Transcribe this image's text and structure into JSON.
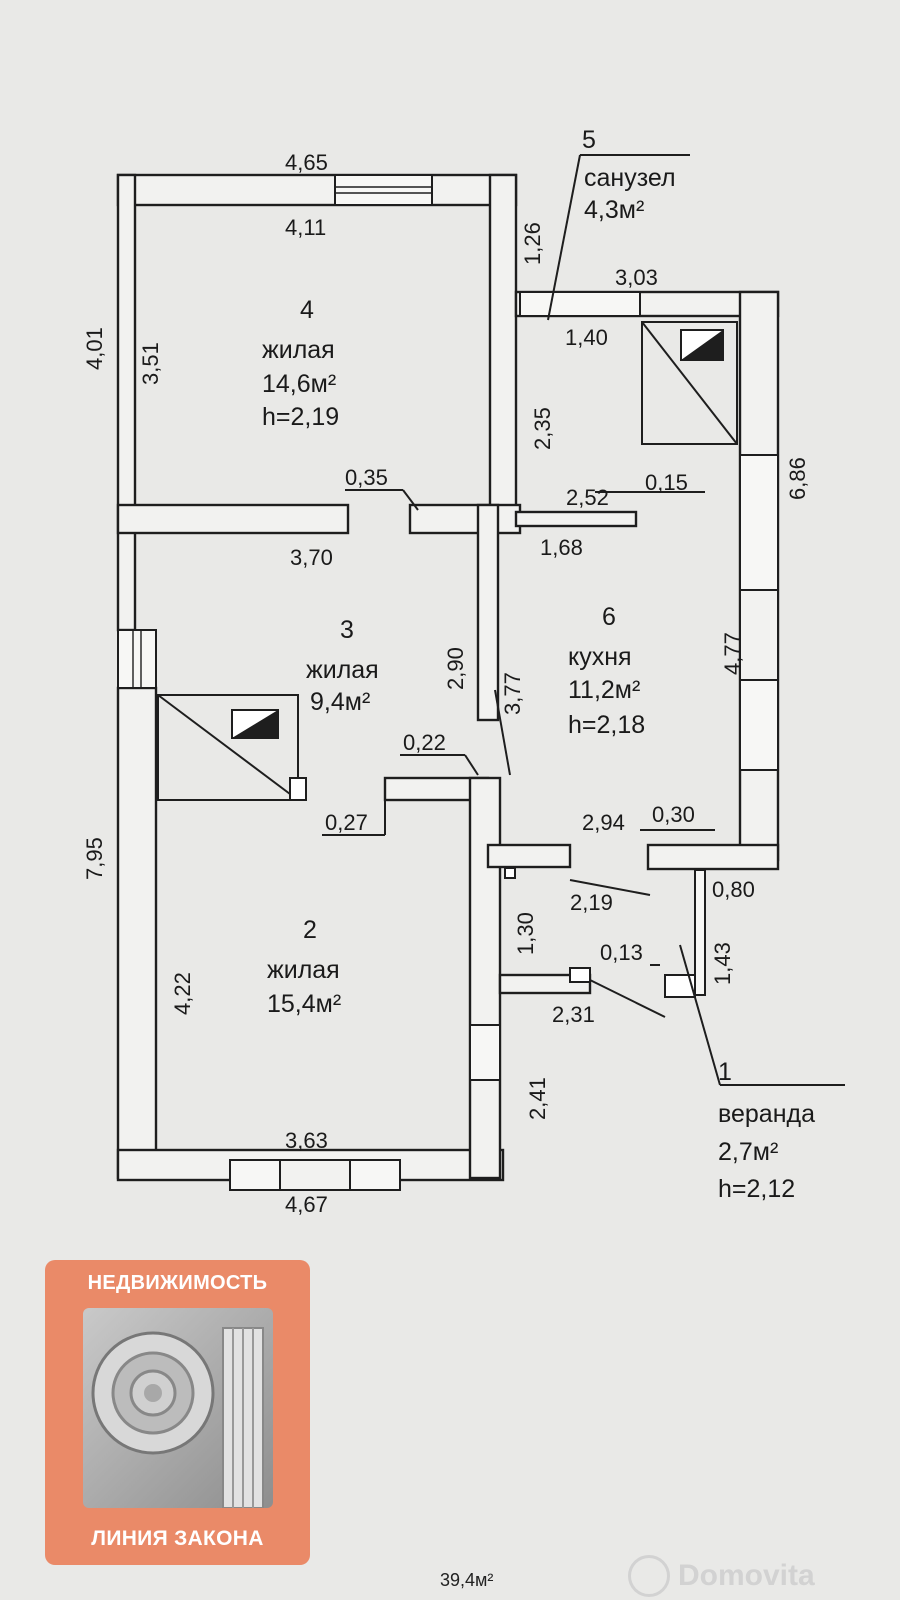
{
  "rooms": {
    "r1": {
      "number": "1",
      "name": "веранда",
      "area": "2,7м²",
      "height": "h=2,12"
    },
    "r2": {
      "number": "2",
      "name": "жилая",
      "area": "15,4м²"
    },
    "r3": {
      "number": "3",
      "name": "жилая",
      "area": "9,4м²"
    },
    "r4": {
      "number": "4",
      "name": "жилая",
      "area": "14,6м²",
      "height": "h=2,19"
    },
    "r5": {
      "number": "5",
      "name": "санузел",
      "area": "4,3м²"
    },
    "r6": {
      "number": "6",
      "name": "кухня",
      "area": "11,2м²",
      "height": "h=2,18"
    }
  },
  "dimensions": {
    "d465": "4,65",
    "d411": "4,11",
    "d401": "4,01",
    "d351": "3,51",
    "d126": "1,26",
    "d303": "3,03",
    "d140": "1,40",
    "d235": "2,35",
    "d686": "6,86",
    "d035": "0,35",
    "d252": "2,52",
    "d015": "0,15",
    "d370": "3,70",
    "d168": "1,68",
    "d290": "2,90",
    "d377": "3,77",
    "d477": "4,77",
    "d022": "0,22",
    "d027": "0,27",
    "d795": "7,95",
    "d294": "2,94",
    "d030": "0,30",
    "d219": "2,19",
    "d080": "0,80",
    "d130": "1,30",
    "d013": "0,13",
    "d143": "1,43",
    "d422": "4,22",
    "d231": "2,31",
    "d241": "2,41",
    "d363": "3,63",
    "d467": "4,67"
  },
  "logo": {
    "top_text": "НЕДВИЖИМОСТЬ",
    "bottom_text": "ЛИНИЯ ЗАКОНА"
  },
  "total_area": "39,4м²",
  "watermark": "Domovita"
}
